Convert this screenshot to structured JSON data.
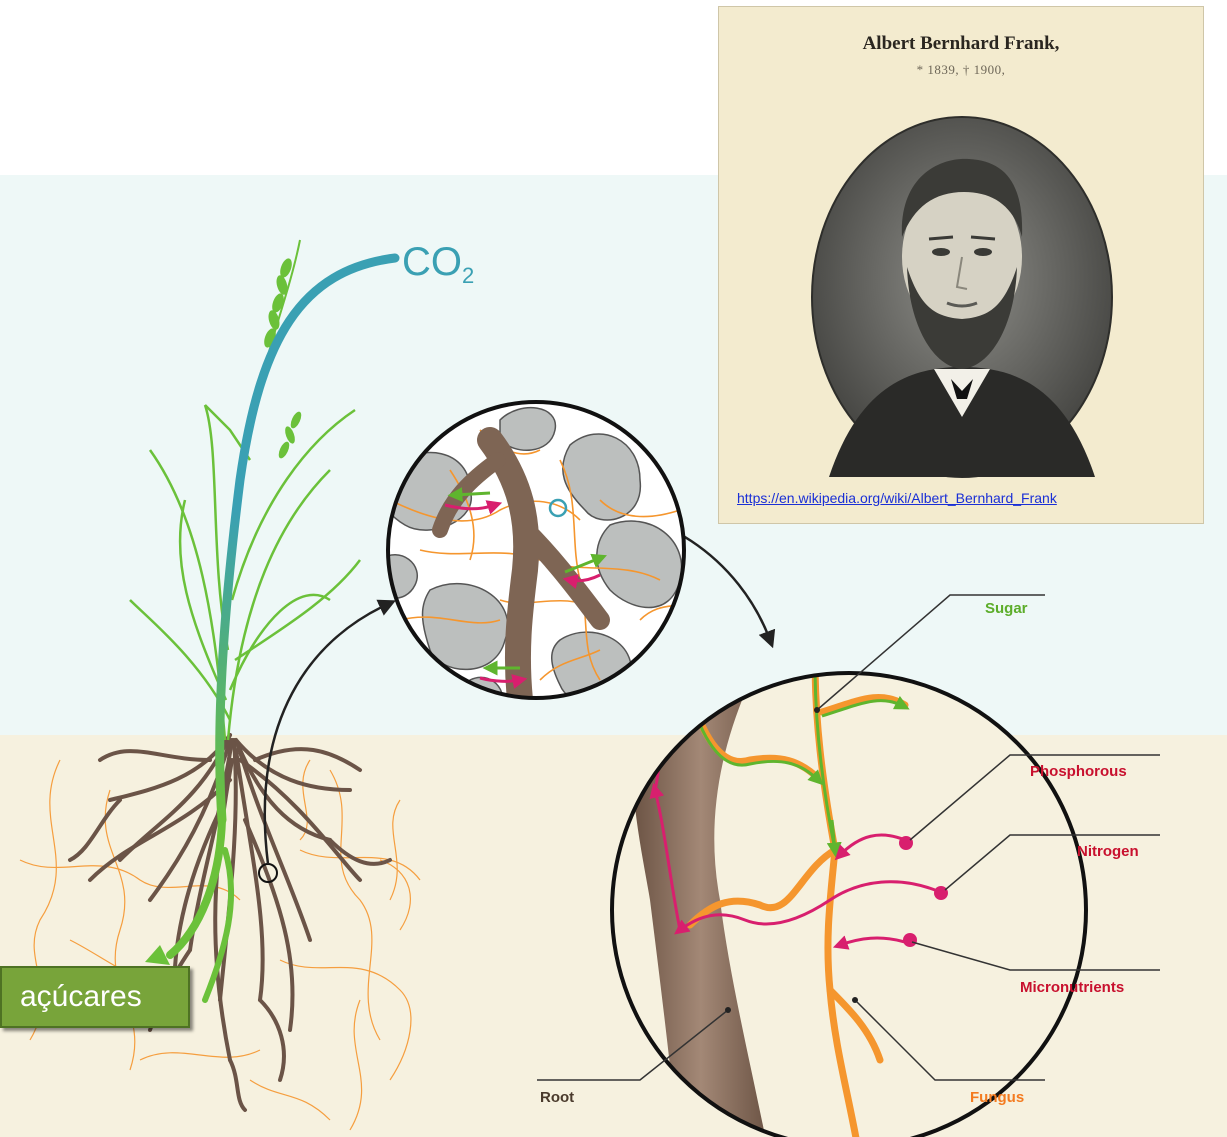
{
  "co2": {
    "main": "CO",
    "subscript": "2"
  },
  "portrait": {
    "name": "Albert Bernhard Frank,",
    "dates": "* 1839, † 1900,",
    "link": "https://en.wikipedia.org/wiki/Albert_Bernhard_Frank"
  },
  "labels": {
    "sugar": "Sugar",
    "phosphorous": "Phosphorous",
    "nitrogen": "Nitrogen",
    "micronutrients": "Micronutrients",
    "root": "Root",
    "fungus": "Fungus"
  },
  "sugars_box": "açúcares",
  "colors": {
    "sky": "#eef8f7",
    "soil": "#f6f1df",
    "co2": "#3aa0b3",
    "green": "#6bc13a",
    "magenta": "#d81f6e",
    "orange": "#f5962e",
    "root_brown": "#7e6554",
    "rock_gray": "#bcbfbe",
    "label_green": "#5cad2a",
    "label_red": "#c8102e",
    "label_orange": "#f47b20"
  }
}
